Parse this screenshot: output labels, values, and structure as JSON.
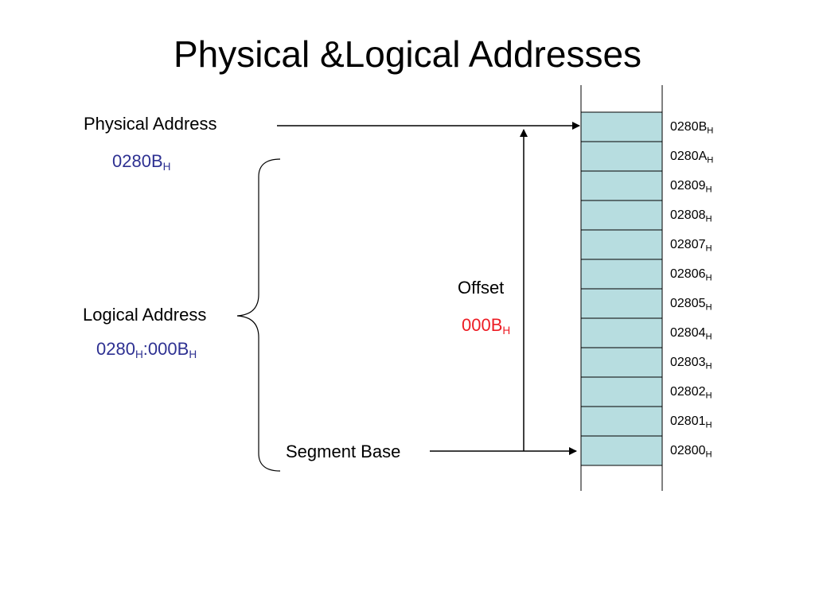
{
  "title": "Physical &Logical Addresses",
  "physical": {
    "label": "Physical Address",
    "value_main": "0280B",
    "value_sub": "H"
  },
  "logical": {
    "label": "Logical Address",
    "seg_main": "0280",
    "seg_sub": "H",
    "sep": ":",
    "off_main": "000B",
    "off_sub": "H"
  },
  "offset": {
    "label": "Offset",
    "value_main": "000B",
    "value_sub": "H"
  },
  "segment_base": {
    "label": "Segment Base"
  },
  "memory": {
    "cell_color": "#b7dde0",
    "addresses": [
      {
        "main": "0280B",
        "sub": "H"
      },
      {
        "main": "0280A",
        "sub": "H"
      },
      {
        "main": "02809",
        "sub": "H"
      },
      {
        "main": "02808",
        "sub": "H"
      },
      {
        "main": "02807",
        "sub": "H"
      },
      {
        "main": "02806",
        "sub": "H"
      },
      {
        "main": "02805",
        "sub": "H"
      },
      {
        "main": "02804",
        "sub": "H"
      },
      {
        "main": "02803",
        "sub": "H"
      },
      {
        "main": "02802",
        "sub": "H"
      },
      {
        "main": "02801",
        "sub": "H"
      },
      {
        "main": "02800",
        "sub": "H"
      }
    ]
  },
  "colors": {
    "blue_text": "#2e3192",
    "red_text": "#ed1c24"
  }
}
